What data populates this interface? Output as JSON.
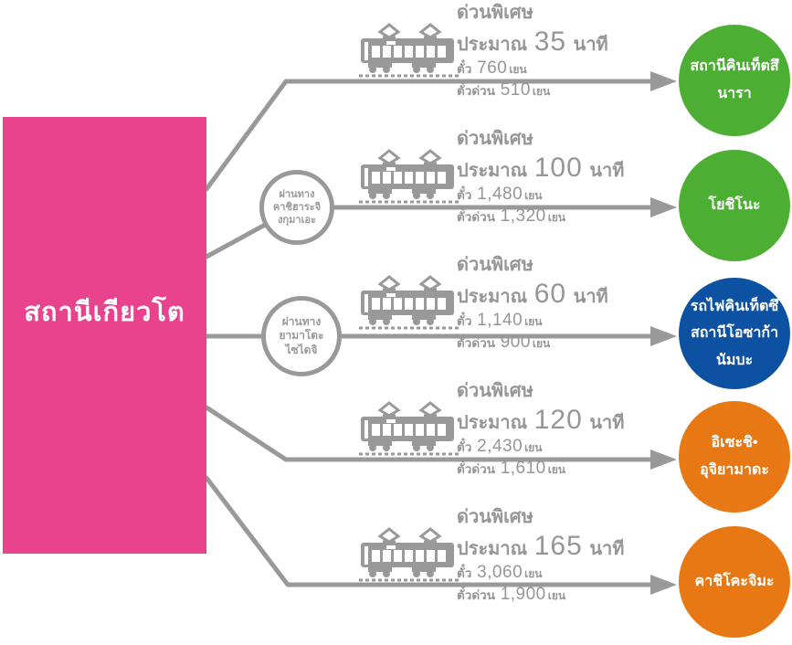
{
  "origin": {
    "label": "สถานีเกียวโต",
    "color": "#E8438C"
  },
  "via_nodes": [
    {
      "lines": [
        "ผ่านทาง",
        "คาชิฮาระจิ",
        "งกุมาเอะ"
      ]
    },
    {
      "lines": [
        "ผ่านทาง",
        "ยามาโตะ",
        "ไซไดจิ"
      ]
    }
  ],
  "routes": [
    {
      "type": "ด่วนพิเศษ",
      "duration_prefix": "ประมาณ",
      "duration_value": "35",
      "duration_unit": "นาที",
      "fare_label": "ตั๋ว",
      "fare_value": "760",
      "fare_unit": "เยน",
      "express_fare_label": "ตั๋วด่วน",
      "express_fare_value": "510",
      "express_fare_unit": "เยน"
    },
    {
      "type": "ด่วนพิเศษ",
      "duration_prefix": "ประมาณ",
      "duration_value": "100",
      "duration_unit": "นาที",
      "fare_label": "ตั๋ว",
      "fare_value": "1,480",
      "fare_unit": "เยน",
      "express_fare_label": "ตั๋วด่วน",
      "express_fare_value": "1,320",
      "express_fare_unit": "เยน"
    },
    {
      "type": "ด่วนพิเศษ",
      "duration_prefix": "ประมาณ",
      "duration_value": "60",
      "duration_unit": "นาที",
      "fare_label": "ตั๋ว",
      "fare_value": "1,140",
      "fare_unit": "เยน",
      "express_fare_label": "ตั๋วด่วน",
      "express_fare_value": "900",
      "express_fare_unit": "เยน"
    },
    {
      "type": "ด่วนพิเศษ",
      "duration_prefix": "ประมาณ",
      "duration_value": "120",
      "duration_unit": "นาที",
      "fare_label": "ตั๋ว",
      "fare_value": "2,430",
      "fare_unit": "เยน",
      "express_fare_label": "ตั๋วด่วน",
      "express_fare_value": "1,610",
      "express_fare_unit": "เยน"
    },
    {
      "type": "ด่วนพิเศษ",
      "duration_prefix": "ประมาณ",
      "duration_value": "165",
      "duration_unit": "นาที",
      "fare_label": "ตั๋ว",
      "fare_value": "3,060",
      "fare_unit": "เยน",
      "express_fare_label": "ตั๋วด่วน",
      "express_fare_value": "1,900",
      "express_fare_unit": "เยน"
    }
  ],
  "destinations": [
    {
      "lines": [
        "สถานีคินเท็ตสึ",
        "นารา"
      ],
      "color": "#4CAE32"
    },
    {
      "lines": [
        "โยชิโนะ"
      ],
      "color": "#4CAE32"
    },
    {
      "lines": [
        "รถไฟคินเท็ตซึ",
        "สถานีโอซาก้า",
        "นัมบะ"
      ],
      "color": "#0D52A2"
    },
    {
      "lines": [
        "อิเซะชิ•",
        "อุจิยามาดะ"
      ],
      "color": "#E87813"
    },
    {
      "lines": [
        "คาชิโคะจิมะ"
      ],
      "color": "#E87813"
    }
  ],
  "style": {
    "line_color": "#999999"
  }
}
